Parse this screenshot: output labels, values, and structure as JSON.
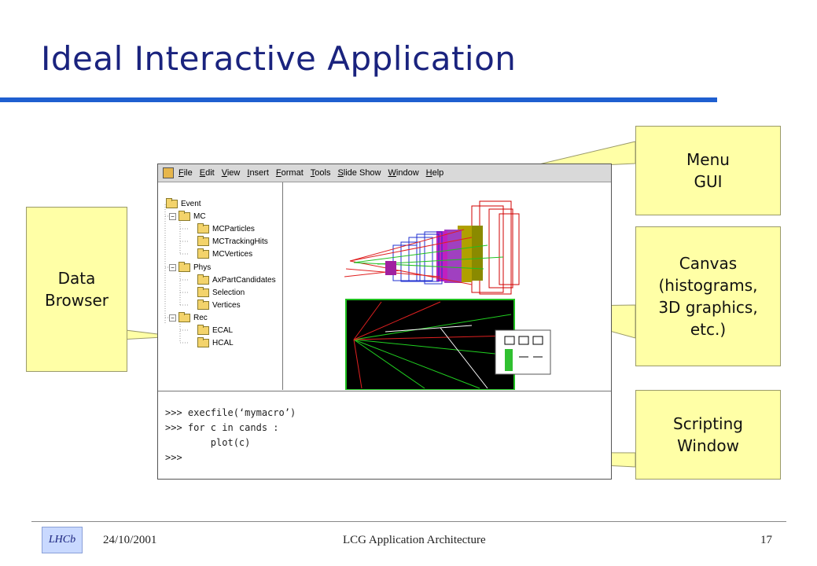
{
  "slide": {
    "title": "Ideal Interactive Application",
    "footer_date": "24/10/2001",
    "footer_title": "LCG Application Architecture",
    "page_number": "17",
    "logo_text": "LHCb",
    "accent_color": "#1f5fd0",
    "title_color": "#1a237e",
    "callout_color": "#ffffa6"
  },
  "callouts": {
    "menu": "Menu\nGUI",
    "canvas": "Canvas\n(histograms,\n3D graphics,\netc.)",
    "script": "Scripting\nWindow",
    "browser": "Data\nBrowser"
  },
  "app": {
    "icon": "app-window-icon",
    "menu_items": [
      "File",
      "Edit",
      "View",
      "Insert",
      "Format",
      "Tools",
      "Slide Show",
      "Window",
      "Help"
    ],
    "tree": [
      {
        "label": "Event",
        "level": 0
      },
      {
        "label": "MC",
        "level": 1
      },
      {
        "label": "MCParticles",
        "level": 2
      },
      {
        "label": "MCTrackingHits",
        "level": 2
      },
      {
        "label": "MCVertices",
        "level": 2
      },
      {
        "label": "Phys",
        "level": 1
      },
      {
        "label": "AxPartCandidates",
        "level": 2
      },
      {
        "label": "Selection",
        "level": 2
      },
      {
        "label": "Vertices",
        "level": 2
      },
      {
        "label": "Rec",
        "level": 1
      },
      {
        "label": "ECAL",
        "level": 2
      },
      {
        "label": "HCAL",
        "level": 2
      }
    ],
    "script_lines": [
      ">>> execfile(‘mymacro’)",
      ">>> for c in cands :",
      "        plot(c)",
      ">>>"
    ]
  }
}
